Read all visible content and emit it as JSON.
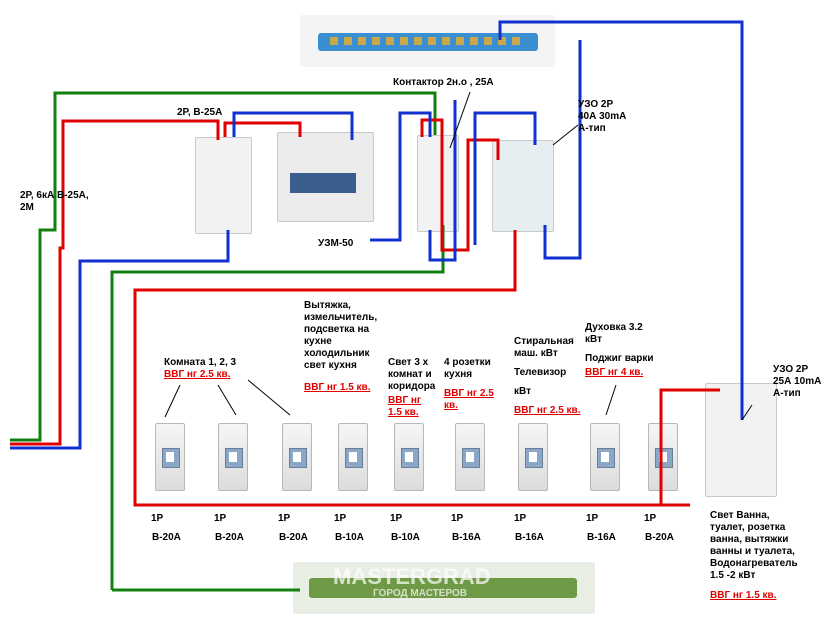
{
  "labels": {
    "main_breaker": [
      "2Р, 6кА В-25А,",
      "2М"
    ],
    "breaker_2p": "2Р,  В-25А",
    "contactor": "Контактор 2н.о , 25А",
    "uzo_main": [
      "УЗО 2Р",
      "40А 30mA",
      "А-тип"
    ],
    "uzm": "УЗМ-50",
    "rooms": {
      "text": "Комната 1, 2, 3",
      "cable": "ВВГ  нг 2.5 кв."
    },
    "hood": {
      "text": [
        "Вытяжка,",
        "измельчитель,",
        "подсветка на",
        "кухне",
        "холодильник",
        "свет кухня"
      ],
      "cable": "ВВГ  нг 1.5 кв."
    },
    "light": {
      "text": [
        "Свет 3 х",
        "комнат и",
        "коридора"
      ],
      "cable": [
        "ВВГ  нг",
        "1.5 кв."
      ]
    },
    "kitchen_sockets": {
      "text": [
        "4 розетки",
        "кухня"
      ],
      "cable": [
        "ВВГ  нг 2.5",
        "кв."
      ]
    },
    "washer": {
      "text": [
        "Стиральная",
        "маш. кВт",
        "",
        "Телевизор",
        "",
        "кВт"
      ],
      "cable": "ВВГ  нг 2.5 кв."
    },
    "oven": {
      "text": [
        "Духовка 3.2",
        "кВт",
        "",
        "Поджиг варки"
      ],
      "cable": "ВВГ  нг 4 кв."
    },
    "uzo_bath": [
      "УЗО 2Р",
      "25А 10mA",
      "А-тип"
    ],
    "bathroom": [
      "Свет Ванна,",
      "туалет, розетка",
      "ванна, вытяжки",
      "ванны и туалета,",
      "Водонагреватель",
      "1.5 -2 кВт"
    ],
    "bathroom_cable": "ВВГ  нг 1.5 кв.",
    "watermark": [
      "MASTERGRAD",
      "ГОРОД МАСТЕРОВ"
    ]
  },
  "breakers": [
    {
      "poles": "1Р",
      "rating": "В-20А"
    },
    {
      "poles": "1Р",
      "rating": "В-20А"
    },
    {
      "poles": "1Р",
      "rating": "В-20А"
    },
    {
      "poles": "1Р",
      "rating": "В-10А"
    },
    {
      "poles": "1Р",
      "rating": "В-10А"
    },
    {
      "poles": "1Р",
      "rating": "В-16А"
    },
    {
      "poles": "1Р",
      "rating": "В-16А"
    },
    {
      "poles": "1Р",
      "rating": "В-16А"
    },
    {
      "poles": "1Р",
      "rating": "В-20А"
    }
  ],
  "colors": {
    "phase": "#e00000",
    "neutral": "#1030d0",
    "ground": "#108010",
    "bus_blue": "#3a8fd0",
    "bus_green": "#6f9a45"
  }
}
